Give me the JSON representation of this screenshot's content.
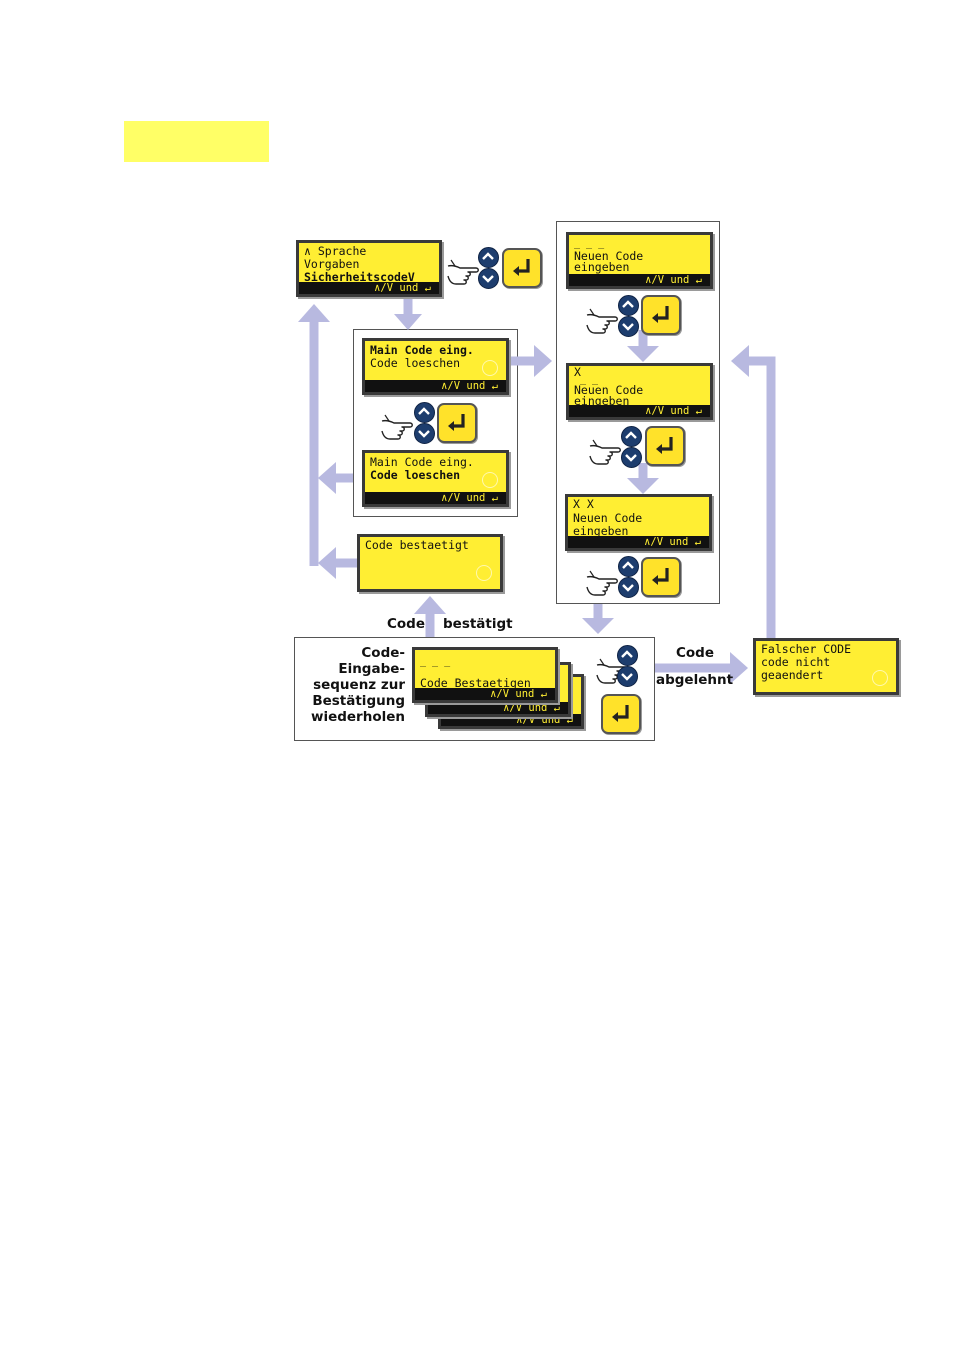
{
  "colors": {
    "lcd_bg": "#ffee33",
    "lcd_bar": "#111111",
    "arrow": "#b8b9e0",
    "button": "#1d3d6e",
    "enter_key": "#ffe22a",
    "highlight": "#ffff66"
  },
  "icons": {
    "hand": "pointing-hand-icon",
    "up": "arrow-up-button-icon",
    "down": "arrow-down-button-icon",
    "enter": "enter-key-icon"
  },
  "screens": {
    "menu": {
      "line1": "∧ Sprache",
      "line2": "Vorgaben",
      "line3": "SicherheitscodeV",
      "bar": "∧/V und ↵"
    },
    "main_code_1": {
      "line1": "Main Code eing.",
      "line2": "Code loeschen",
      "bar": "∧/V und ↵"
    },
    "main_code_2": {
      "line1": "Main Code eing.",
      "line2": "Code loeschen",
      "bar": "∧/V und ↵"
    },
    "confirmed": {
      "line1": "Code bestaetigt"
    },
    "new_code_1": {
      "line1": "_ _ _",
      "line2": "Neuen Code",
      "line3": "eingeben",
      "bar": "∧/V und ↵"
    },
    "new_code_2": {
      "line1": "X",
      "line2": " _ _",
      "line3": "Neuen Code",
      "line4": "eingeben",
      "bar": "∧/V und ↵"
    },
    "new_code_3": {
      "line1": "X X",
      "line2": "Neuen Code",
      "line3": "eingeben",
      "bar": "∧/V und ↵"
    },
    "confirm_seq": {
      "line1": "_ _ _",
      "line2": "Code Bestaetigen",
      "bar": "∧/V und ↵",
      "bar2": "∧/V und ↵",
      "bar3": "∧/V und ↵"
    },
    "wrong": {
      "line1": "Falscher CODE",
      "line2": "code nicht",
      "line3": "geaendert"
    }
  },
  "labels": {
    "code_left": "Code",
    "bestaetigt": "bestätigt",
    "repeat": "Code-\nEingabe-\nsequenz zur\nBestätigung\nwiederholen",
    "code_right": "Code",
    "abgelehnt": "abgelehnt"
  }
}
